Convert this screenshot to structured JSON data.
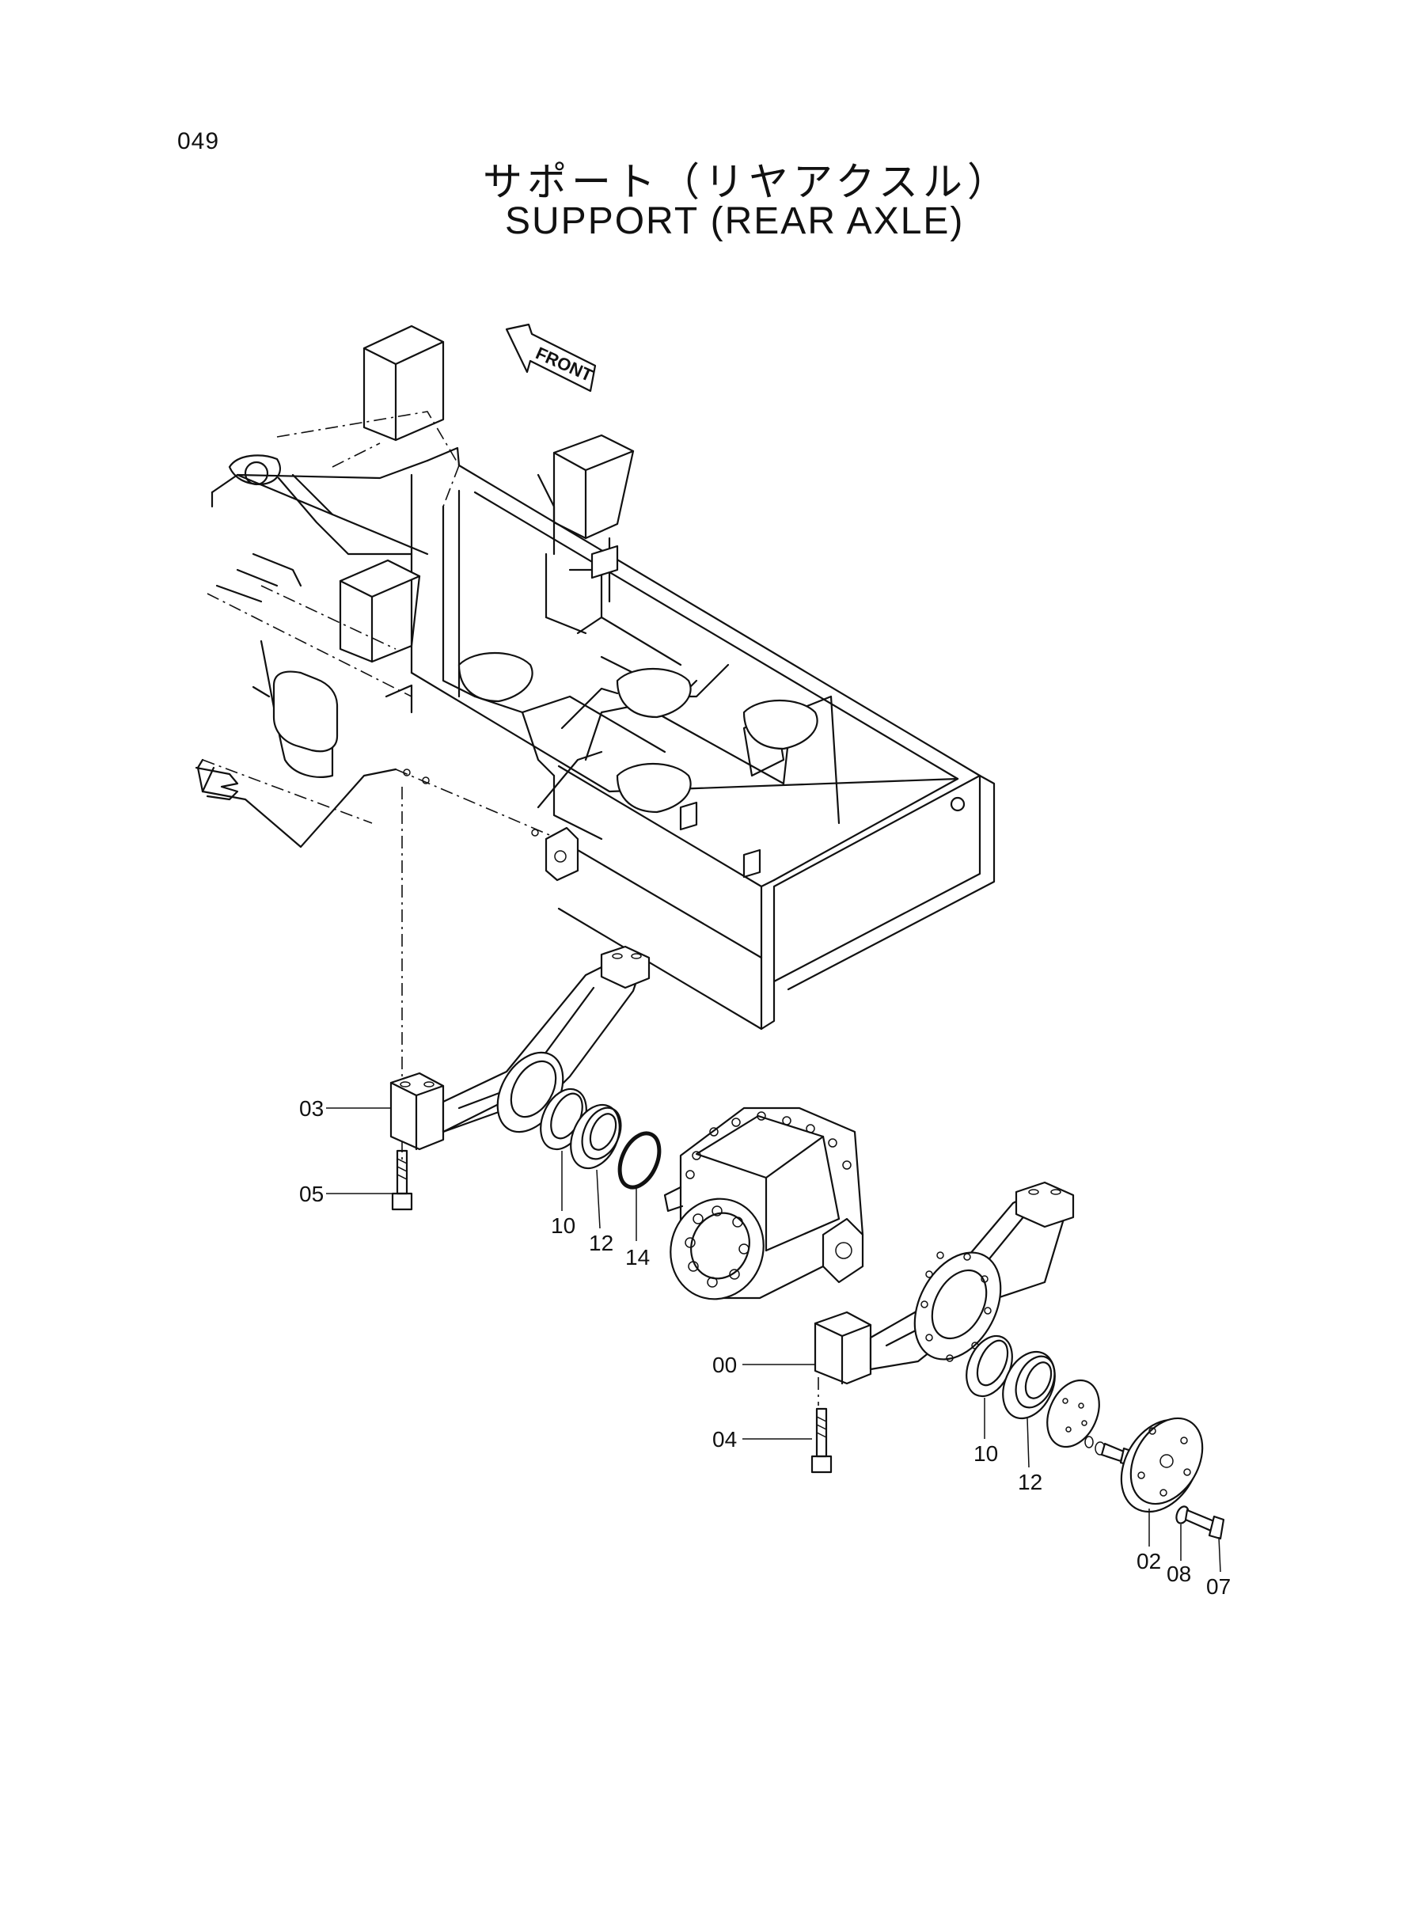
{
  "page": {
    "number": "049",
    "title_jp": "サポート（リヤアクスル）",
    "title_en": "SUPPORT (REAR AXLE)"
  },
  "diagram": {
    "direction_arrow": "FRONT",
    "callouts": [
      {
        "id": "03",
        "label": "03"
      },
      {
        "id": "05",
        "label": "05"
      },
      {
        "id": "10a",
        "label": "10"
      },
      {
        "id": "12a",
        "label": "12"
      },
      {
        "id": "14",
        "label": "14"
      },
      {
        "id": "00",
        "label": "00"
      },
      {
        "id": "04",
        "label": "04"
      },
      {
        "id": "10b",
        "label": "10"
      },
      {
        "id": "12b",
        "label": "12"
      },
      {
        "id": "02",
        "label": "02"
      },
      {
        "id": "08",
        "label": "08"
      },
      {
        "id": "07",
        "label": "07"
      }
    ]
  }
}
